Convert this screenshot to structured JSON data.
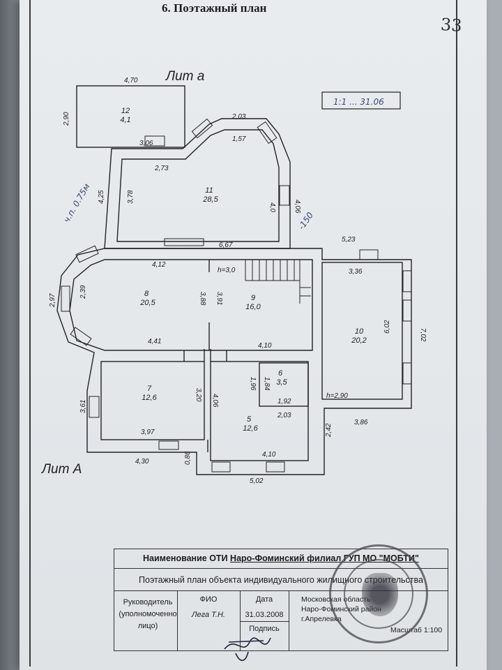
{
  "heading": "6. Поэтажный план",
  "page_number": "33",
  "north_note": "1:1 ... 31.06",
  "lit_upper": "Лит а",
  "lit_lower": "Лит А",
  "handwritten": {
    "left": "ч.п. 0.75м",
    "right": "-150"
  },
  "rooms": [
    {
      "num": "12",
      "area": "4,1"
    },
    {
      "num": "11",
      "area": "28,5"
    },
    {
      "num": "8",
      "area": "20,5"
    },
    {
      "num": "9",
      "area": "16,0"
    },
    {
      "num": "10",
      "area": "20,2"
    },
    {
      "num": "7",
      "area": "12,6"
    },
    {
      "num": "6",
      "area": "3,5"
    },
    {
      "num": "5",
      "area": "12,6"
    }
  ],
  "heights": [
    "h=3,0",
    "h=2,90"
  ],
  "dimensions": [
    "4,70",
    "2,90",
    "3,06",
    "2,73",
    "2,03",
    "1,57",
    "4,25",
    "3,78",
    "4,0",
    "4,06",
    "6,67",
    "5,23",
    "4,12",
    "3,36",
    "2,97",
    "2,39",
    "3,88",
    "3,91",
    "6,02",
    "7,02",
    "4,41",
    "4,10",
    "1,96",
    "1,84",
    "1,92",
    "2,03",
    "3,20",
    "4,06",
    "3,61",
    "3,97",
    "3,86",
    "2,42",
    "4,30",
    "0,86",
    "4,10",
    "5,02"
  ],
  "title_block": {
    "org_label": "Наименование ОТИ",
    "org_value": "Наро-Фоминский филиал ГУП МО \"МОБТИ\"",
    "subtitle": "Поэтажный план объекта индивидуального жилищного строительства",
    "role_label": "Руководитель (уполномоченно лицо)",
    "fio_label": "ФИО",
    "fio_value": "Лега Т.Н.",
    "date_label": "Дата",
    "date_value": "31.03.2008",
    "sign_label": "Подпись",
    "address_line1": "Московская область",
    "address_line2": "Наро-Фоминский район",
    "address_line3": "г.Апрелевка",
    "scale_label": "Масштаб 1:100"
  }
}
